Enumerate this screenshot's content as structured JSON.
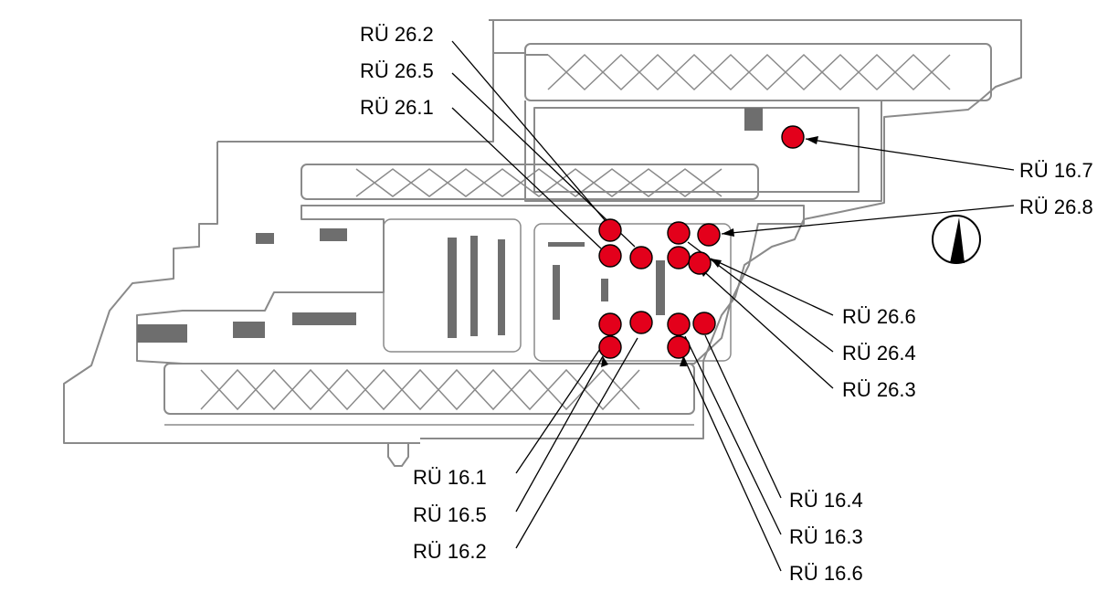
{
  "colors": {
    "background": "#ffffff",
    "outline": "#8a8a8a",
    "marker": "#e3001b",
    "leader": "#000000"
  },
  "icons": {
    "north_arrow": "north-arrow-icon"
  },
  "markers": [
    {
      "id": "RÜ 26.2",
      "label": "RÜ 26.2"
    },
    {
      "id": "RÜ 26.5",
      "label": "RÜ 26.5"
    },
    {
      "id": "RÜ 26.1",
      "label": "RÜ 26.1"
    },
    {
      "id": "RÜ 16.7",
      "label": "RÜ 16.7"
    },
    {
      "id": "RÜ 26.8",
      "label": "RÜ 26.8"
    },
    {
      "id": "RÜ 26.6",
      "label": "RÜ 26.6"
    },
    {
      "id": "RÜ 26.4",
      "label": "RÜ 26.4"
    },
    {
      "id": "RÜ 26.3",
      "label": "RÜ 26.3"
    },
    {
      "id": "RÜ 16.1",
      "label": "RÜ 16.1"
    },
    {
      "id": "RÜ 16.5",
      "label": "RÜ 16.5"
    },
    {
      "id": "RÜ 16.2",
      "label": "RÜ 16.2"
    },
    {
      "id": "RÜ 16.4",
      "label": "RÜ 16.4"
    },
    {
      "id": "RÜ 16.3",
      "label": "RÜ 16.3"
    },
    {
      "id": "RÜ 16.6",
      "label": "RÜ 16.6"
    }
  ]
}
